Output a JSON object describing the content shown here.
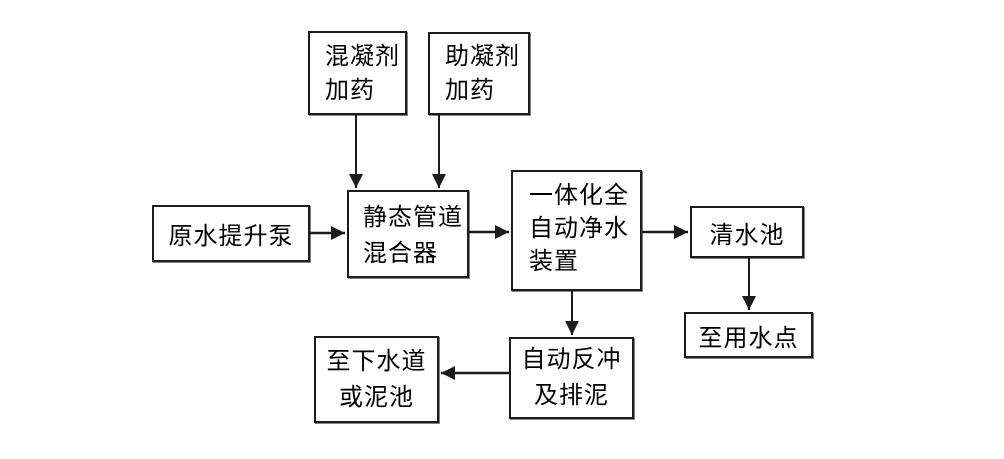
{
  "colors": {
    "background": "#ffffff",
    "line": "#1c1c1c",
    "text": "#000000",
    "box_fill": "#ffffff"
  },
  "nodes": {
    "coagulant_dosing": {
      "line1": "混凝剂",
      "line2": "加药"
    },
    "coagulant_aid_dosing": {
      "line1": "助凝剂",
      "line2": "加药"
    },
    "raw_water_pump": {
      "line1": "原水提升泵"
    },
    "static_pipe_mixer": {
      "line1": "静态管道",
      "line2": "混合器"
    },
    "integrated_purifier": {
      "line1": "一体化全",
      "line2": "自动净水",
      "line3": "装置"
    },
    "clear_water_tank": {
      "line1": "清水池"
    },
    "water_use_point": {
      "line1": "至用水点"
    },
    "auto_backwash": {
      "line1": "自动反冲",
      "line2": "及排泥"
    },
    "sewer_or_mud_pond": {
      "line1": "至下水道",
      "line2": "或泥池"
    }
  },
  "edges": [
    {
      "from": "coagulant_dosing",
      "to": "static_pipe_mixer",
      "direction": "down"
    },
    {
      "from": "coagulant_aid_dosing",
      "to": "static_pipe_mixer",
      "direction": "down"
    },
    {
      "from": "raw_water_pump",
      "to": "static_pipe_mixer",
      "direction": "right"
    },
    {
      "from": "static_pipe_mixer",
      "to": "integrated_purifier",
      "direction": "right"
    },
    {
      "from": "integrated_purifier",
      "to": "clear_water_tank",
      "direction": "right"
    },
    {
      "from": "clear_water_tank",
      "to": "water_use_point",
      "direction": "down"
    },
    {
      "from": "integrated_purifier",
      "to": "auto_backwash",
      "direction": "down"
    },
    {
      "from": "auto_backwash",
      "to": "sewer_or_mud_pond",
      "direction": "left"
    }
  ]
}
